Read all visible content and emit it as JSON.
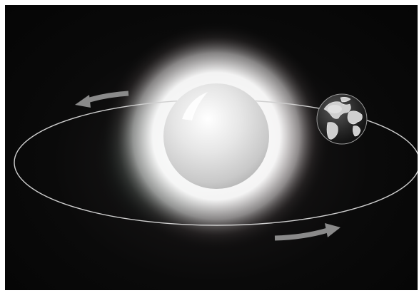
{
  "diagram": {
    "colors": {
      "background": "#070707",
      "sun_core": "#d9d9d9",
      "sun_glow": "#ffffff",
      "orbit": "#c8c8c8",
      "arrow": "#8a8a8a",
      "earth_ocean": "#2a2a2a",
      "earth_land": "#d0d0d0"
    },
    "icons": {
      "sun": "sun-sphere",
      "planet": "earth-globe",
      "arrows": "orbit-direction-arrows"
    },
    "orbit_direction": "counterclockwise"
  }
}
